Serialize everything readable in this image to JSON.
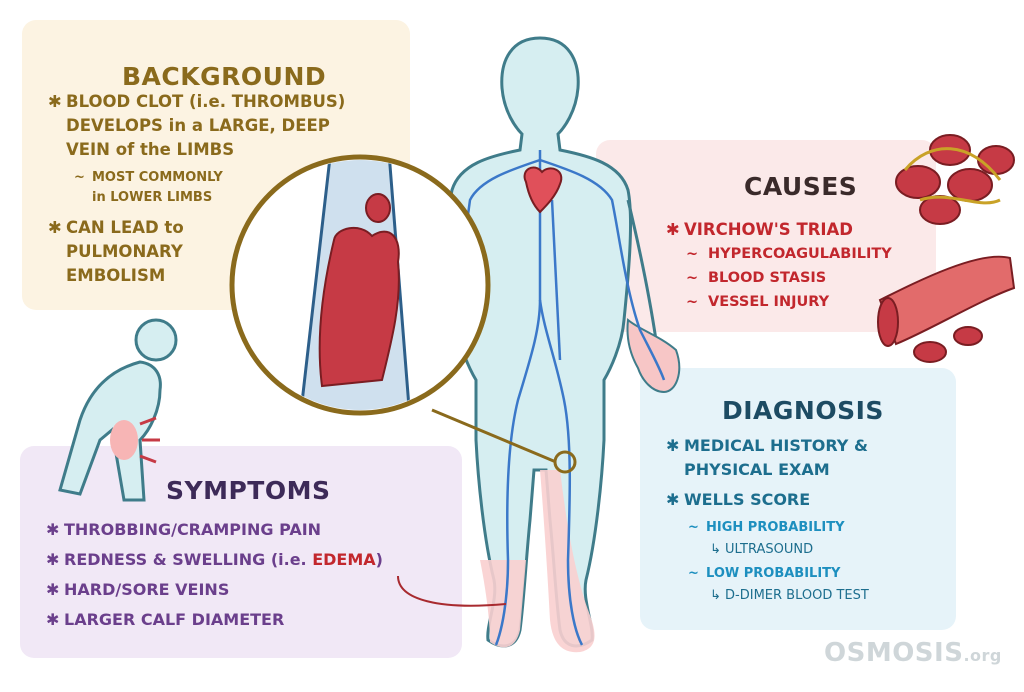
{
  "background": {
    "title": "BACKGROUND",
    "items": [
      {
        "lines": [
          "BLOOD CLOT (i.e. THROMBUS)",
          "DEVELOPS in a LARGE, DEEP",
          "VEIN of the LIMBS"
        ],
        "sub": [
          "MOST COMMONLY",
          "in LOWER LIMBS"
        ]
      },
      {
        "lines": [
          "CAN LEAD to",
          "PULMONARY",
          "EMBOLISM"
        ]
      }
    ]
  },
  "causes": {
    "title": "CAUSES",
    "main": "VIRCHOW'S TRIAD",
    "subs": [
      "HYPERCOAGULABILITY",
      "BLOOD STASIS",
      "VESSEL INJURY"
    ]
  },
  "diagnosis": {
    "title": "DIAGNOSIS",
    "items": [
      "MEDICAL HISTORY &",
      "PHYSICAL EXAM",
      "WELLS SCORE"
    ],
    "high": "HIGH PROBABILITY",
    "high_next": "ULTRASOUND",
    "low": "LOW PROBABILITY",
    "low_next": "D-DIMER BLOOD TEST"
  },
  "symptoms": {
    "title": "SYMPTOMS",
    "items": [
      "THROBBING/CRAMPING PAIN",
      "REDNESS & SWELLING (i.e. ",
      "EDEMA",
      ")",
      "HARD/SORE VEINS",
      "LARGER CALF DIAMETER"
    ]
  },
  "logo": {
    "brand": "OSMOSIS",
    "suffix": ".org"
  },
  "colors": {
    "background_accent": "#8a6a1c",
    "causes_accent": "#c2272d",
    "diagnosis_accent": "#1d6e8e",
    "symptoms_accent": "#6b3f8c",
    "vein": "#3b78c9",
    "clot": "#c63a45"
  }
}
